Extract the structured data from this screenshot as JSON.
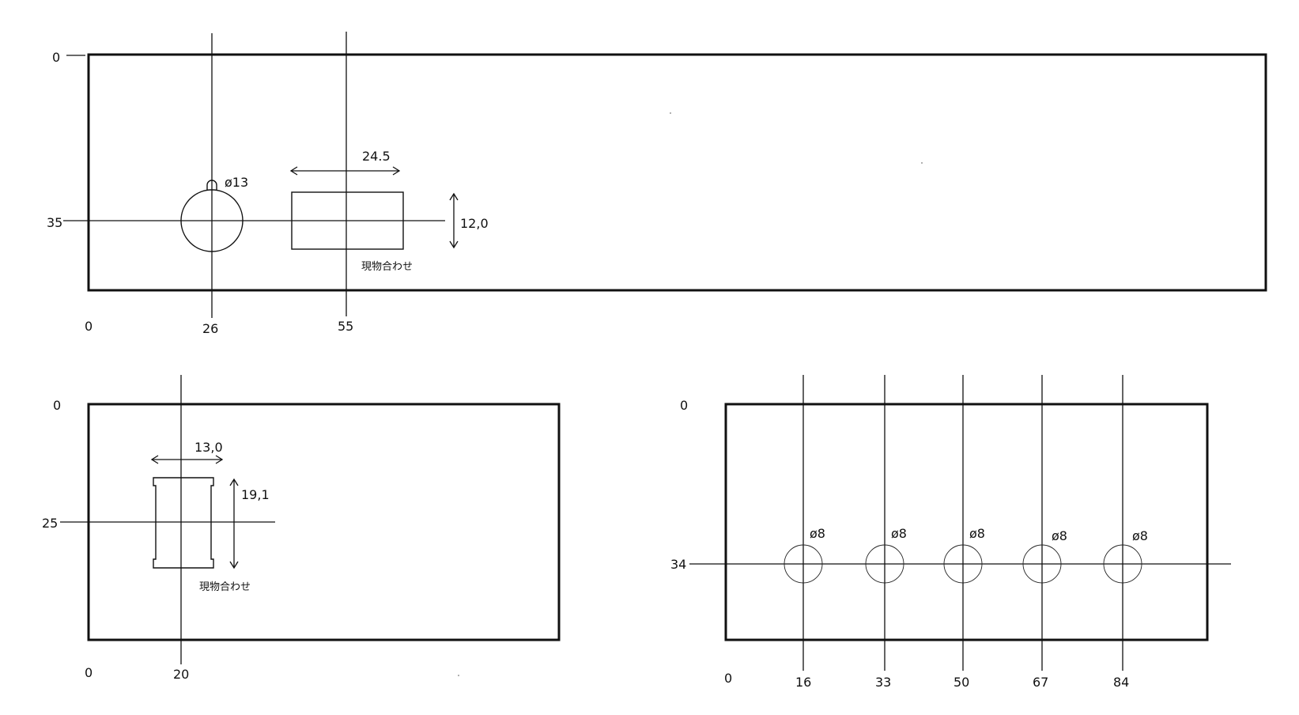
{
  "panels": {
    "top": {
      "origin_x_label": "0",
      "origin_y_label": "0",
      "y_marks": [
        "35"
      ],
      "x_marks": [
        "26",
        "55"
      ],
      "circle_label": "ø13",
      "width_label": "24.5",
      "height_label": "12,0",
      "note": "現物合わせ"
    },
    "bottom_left": {
      "origin_x_label": "0",
      "origin_y_label": "0",
      "y_marks": [
        "25"
      ],
      "x_marks": [
        "20"
      ],
      "width_label": "13,0",
      "height_label": "19,1",
      "note": "現物合わせ"
    },
    "bottom_right": {
      "origin_x_label": "0",
      "origin_y_label": "0",
      "y_marks": [
        "34"
      ],
      "x_marks": [
        "16",
        "33",
        "50",
        "67",
        "84"
      ],
      "hole_labels": [
        "ø8",
        "ø8",
        "ø8",
        "ø8",
        "ø8"
      ]
    }
  }
}
